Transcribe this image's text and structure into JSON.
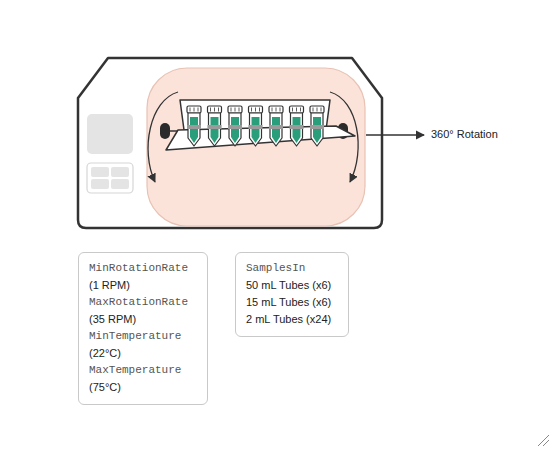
{
  "diagram": {
    "nodes": [
      {
        "text": [
          "MinRotationRate",
          "(1 RPM)",
          "MaxRotationRate",
          "(35 RPM)",
          "MinTemperature",
          "(22°C)",
          "MaxTemperature",
          "(75°C)"
        ]
      },
      {
        "text": [
          "SamplesIn",
          "50 mL Tubes (x6)",
          "15 mL Tubes (x6)",
          "2 mL Tubes (x24)"
        ]
      }
    ],
    "labels": [
      "360° Rotation"
    ]
  }
}
